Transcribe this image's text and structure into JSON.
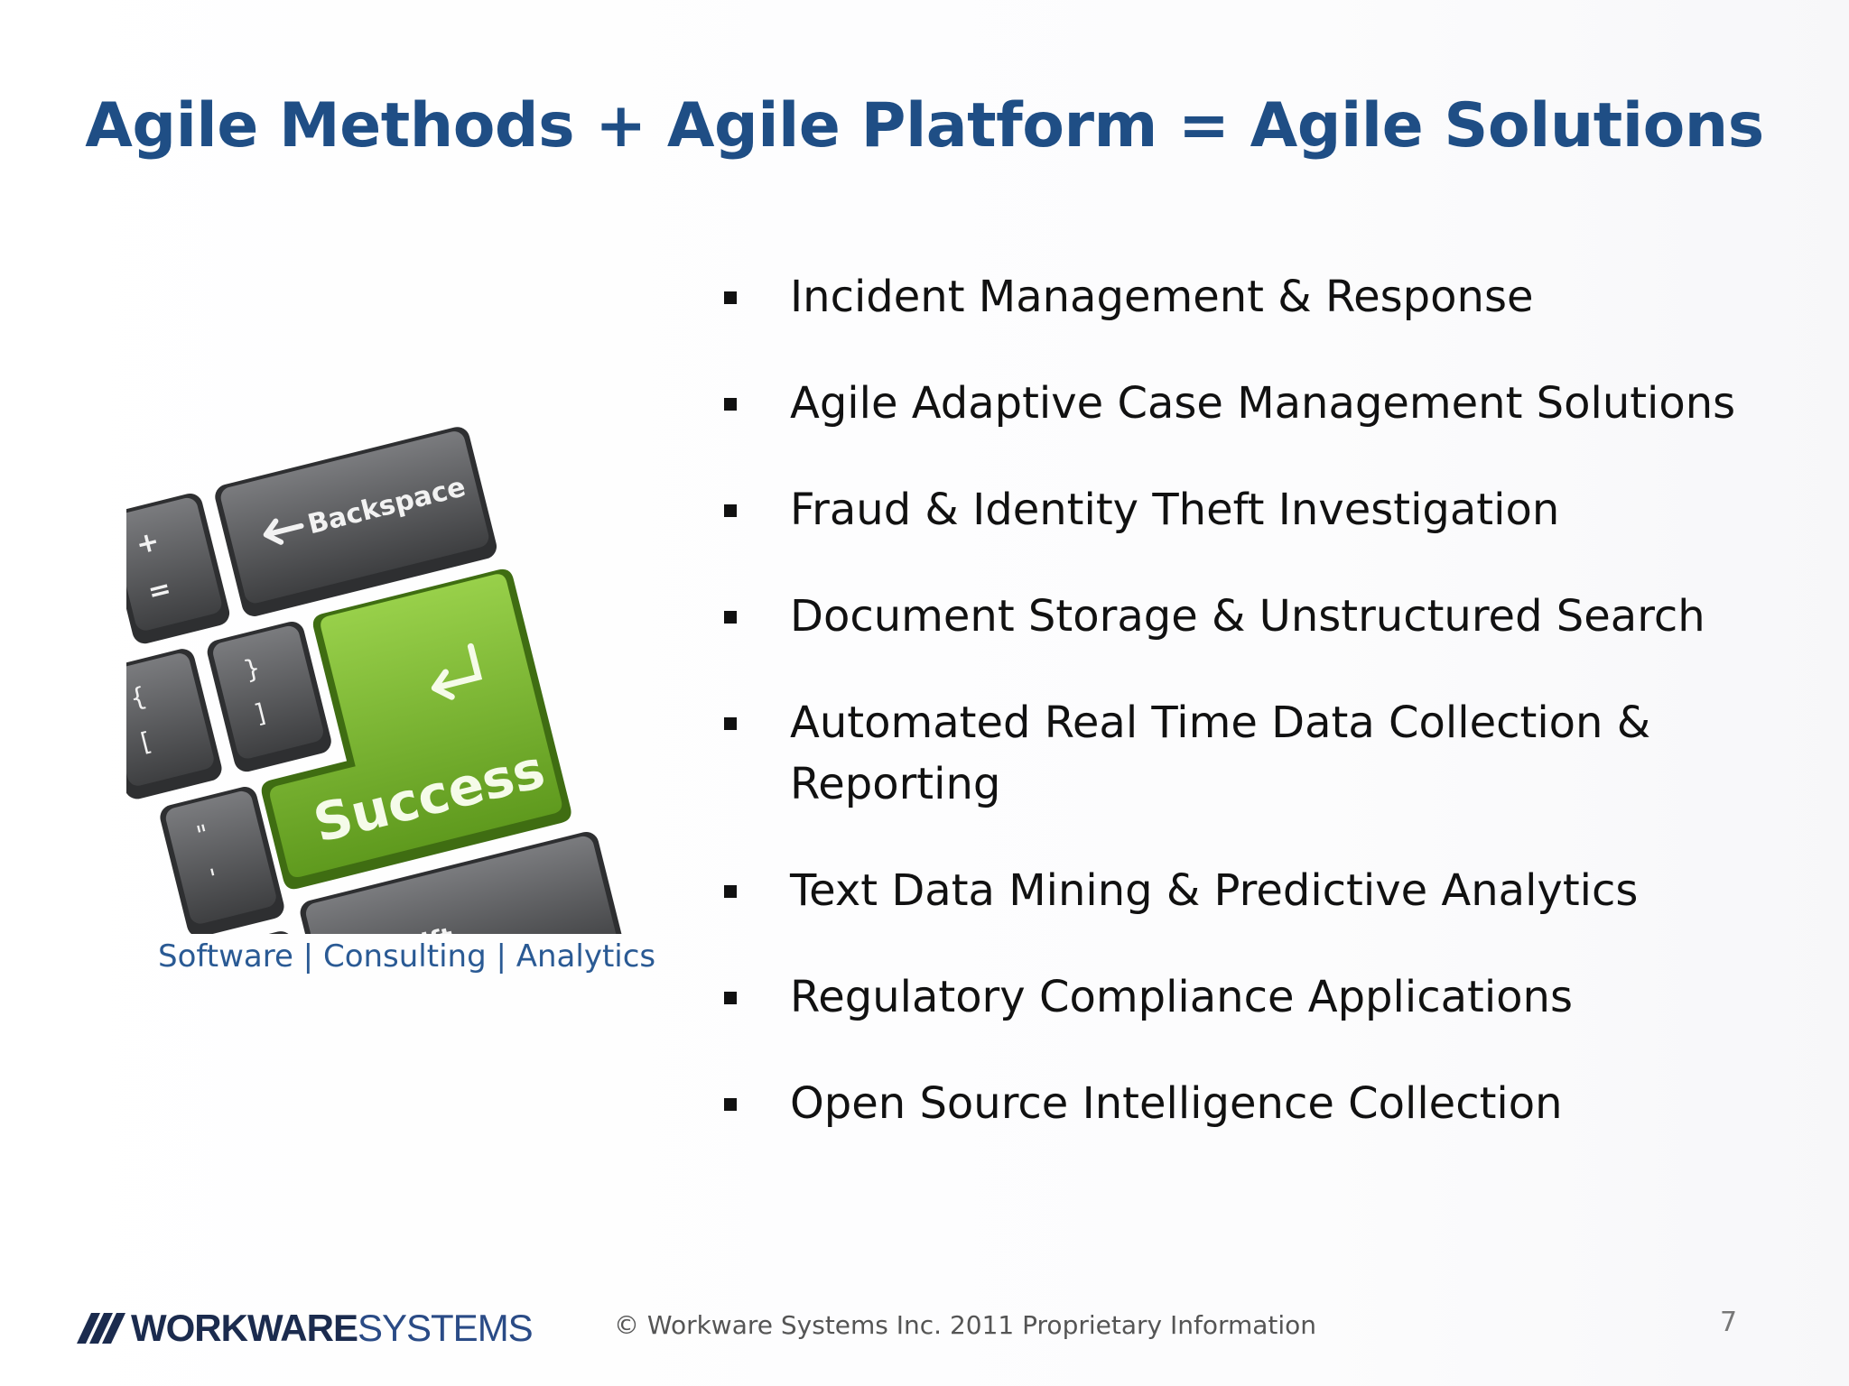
{
  "slide": {
    "title": "Agile Methods + Agile Platform = Agile Solutions",
    "image_caption": "Software | Consulting | Analytics",
    "keyboard_image": {
      "keys": {
        "plus": "+",
        "equals": "=",
        "backspace": "Backspace",
        "brace_close": "}",
        "bracket_close": "]",
        "brace_open": "{",
        "bracket_open": "[",
        "quote": "\"",
        "apostrophe": "'",
        "question": "?",
        "success": "Success",
        "shift": "Shift"
      },
      "colors": {
        "key_gray": "#5a5b5d",
        "key_green": "#7cb82f"
      }
    },
    "bullets": [
      {
        "text": "Incident Management & Response"
      },
      {
        "text": "Agile Adaptive Case Management Solutions"
      },
      {
        "text": "Fraud & Identity Theft Investigation"
      },
      {
        "text": "Document Storage & Unstructured Search"
      },
      {
        "text": "Automated Real Time Data Collection & Reporting"
      },
      {
        "text": "Text Data Mining & Predictive Analytics"
      },
      {
        "text": "Regulatory Compliance Applications"
      },
      {
        "text": "Open Source Intelligence Collection"
      }
    ],
    "footer": {
      "logo_bold": "WORKWARE",
      "logo_light": "SYSTEMS",
      "copyright": "© Workware Systems Inc. 2011  Proprietary Information",
      "page_number": "7"
    },
    "colors": {
      "title": "#1f4e85",
      "caption": "#2a5a94",
      "bullet_text": "#111111"
    }
  }
}
